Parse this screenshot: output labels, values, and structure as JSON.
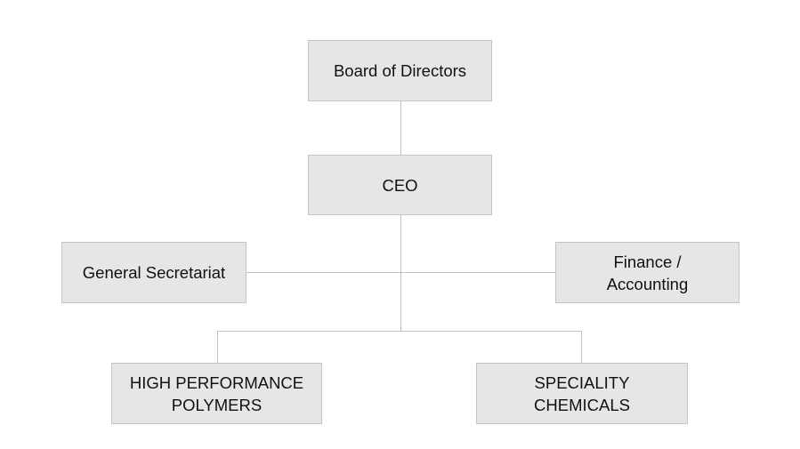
{
  "nodes": {
    "board": "Board of Directors",
    "ceo": "CEO",
    "secretariat": "General Secretariat",
    "finance": "Finance /\nAccounting",
    "polymers": "HIGH PERFORMANCE\nPOLYMERS",
    "chemicals": "SPECIALITY\nCHEMICALS"
  }
}
